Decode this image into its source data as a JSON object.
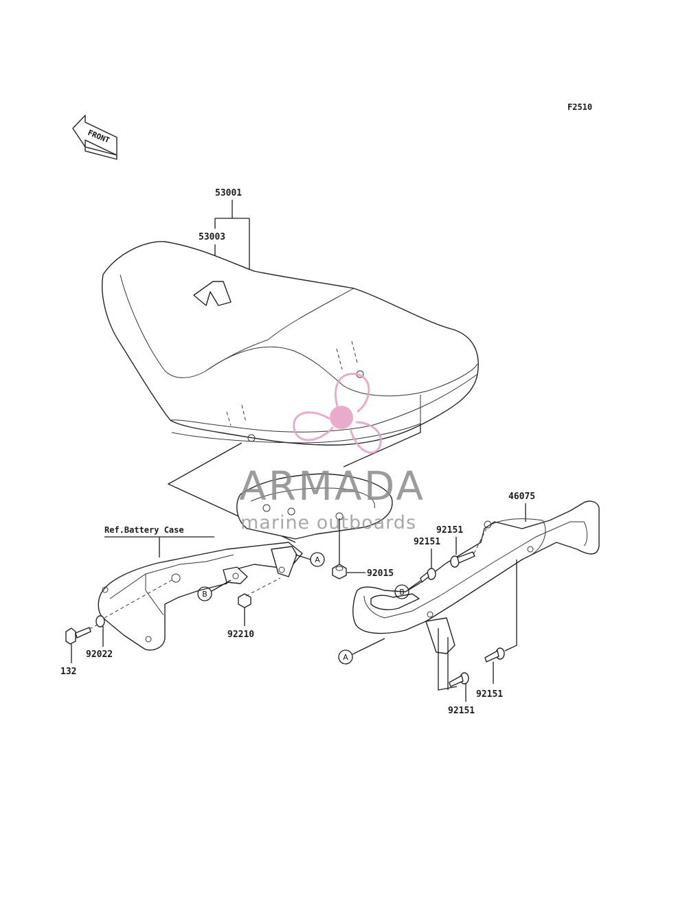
{
  "figure_code": "F2510",
  "front_label": "FRONT",
  "ref_note": "Ref.Battery Case",
  "parts": {
    "seat_assembly": "53001",
    "seat_emblem": "53003",
    "grab_bar": "46075",
    "bolt_top_1": "92151",
    "bolt_top_2": "92151",
    "bolt_bottom_1": "92151",
    "bolt_bottom_2": "92151",
    "cap_nut": "92015",
    "nut": "92210",
    "washer": "92022",
    "bolt_132": "132"
  },
  "callouts": {
    "a1": "A",
    "a2": "A",
    "b1": "B",
    "b2": "B"
  },
  "watermark": {
    "brand": "ARMADA",
    "tagline": "marine outboards",
    "logo_color": "#e7a3c6"
  }
}
